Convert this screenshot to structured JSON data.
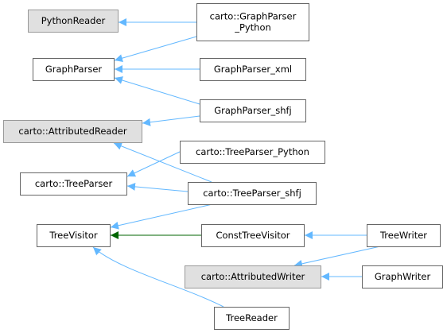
{
  "diagram": {
    "nodes": [
      {
        "id": "python_reader",
        "label": [
          "PythonReader"
        ],
        "external": true
      },
      {
        "id": "graph_parser_python",
        "label": [
          "carto::GraphParser",
          "_Python"
        ],
        "external": false
      },
      {
        "id": "graph_parser",
        "label": [
          "GraphParser"
        ],
        "external": false
      },
      {
        "id": "graph_parser_xml",
        "label": [
          "GraphParser_xml"
        ],
        "external": false
      },
      {
        "id": "graph_parser_shfj",
        "label": [
          "GraphParser_shfj"
        ],
        "external": false
      },
      {
        "id": "attributed_reader",
        "label": [
          "carto::AttributedReader"
        ],
        "external": true
      },
      {
        "id": "tree_parser_python",
        "label": [
          "carto::TreeParser_Python"
        ],
        "external": false
      },
      {
        "id": "tree_parser",
        "label": [
          "carto::TreeParser"
        ],
        "external": false
      },
      {
        "id": "tree_parser_shfj",
        "label": [
          "carto::TreeParser_shfj"
        ],
        "external": false
      },
      {
        "id": "tree_visitor",
        "label": [
          "TreeVisitor"
        ],
        "external": false
      },
      {
        "id": "const_tree_visitor",
        "label": [
          "ConstTreeVisitor"
        ],
        "external": false
      },
      {
        "id": "tree_writer",
        "label": [
          "TreeWriter"
        ],
        "external": false
      },
      {
        "id": "attributed_writer",
        "label": [
          "carto::AttributedWriter"
        ],
        "external": true
      },
      {
        "id": "graph_writer",
        "label": [
          "GraphWriter"
        ],
        "external": false
      },
      {
        "id": "tree_reader",
        "label": [
          "TreeReader"
        ],
        "external": false
      }
    ],
    "edges": [
      {
        "from": "graph_parser_python",
        "to": "python_reader",
        "kind": "public"
      },
      {
        "from": "graph_parser_python",
        "to": "graph_parser",
        "kind": "public"
      },
      {
        "from": "graph_parser_xml",
        "to": "graph_parser",
        "kind": "public"
      },
      {
        "from": "graph_parser_shfj",
        "to": "graph_parser",
        "kind": "public"
      },
      {
        "from": "graph_parser_shfj",
        "to": "attributed_reader",
        "kind": "public"
      },
      {
        "from": "tree_parser_shfj",
        "to": "attributed_reader",
        "kind": "public"
      },
      {
        "from": "tree_parser_python",
        "to": "tree_parser",
        "kind": "public"
      },
      {
        "from": "tree_parser_shfj",
        "to": "tree_parser",
        "kind": "public"
      },
      {
        "from": "tree_parser_shfj",
        "to": "tree_visitor",
        "kind": "public"
      },
      {
        "from": "const_tree_visitor",
        "to": "tree_visitor",
        "kind": "private"
      },
      {
        "from": "tree_reader",
        "to": "tree_visitor",
        "kind": "public"
      },
      {
        "from": "tree_writer",
        "to": "const_tree_visitor",
        "kind": "public"
      },
      {
        "from": "tree_writer",
        "to": "attributed_writer",
        "kind": "public"
      },
      {
        "from": "graph_writer",
        "to": "attributed_writer",
        "kind": "public"
      }
    ]
  }
}
